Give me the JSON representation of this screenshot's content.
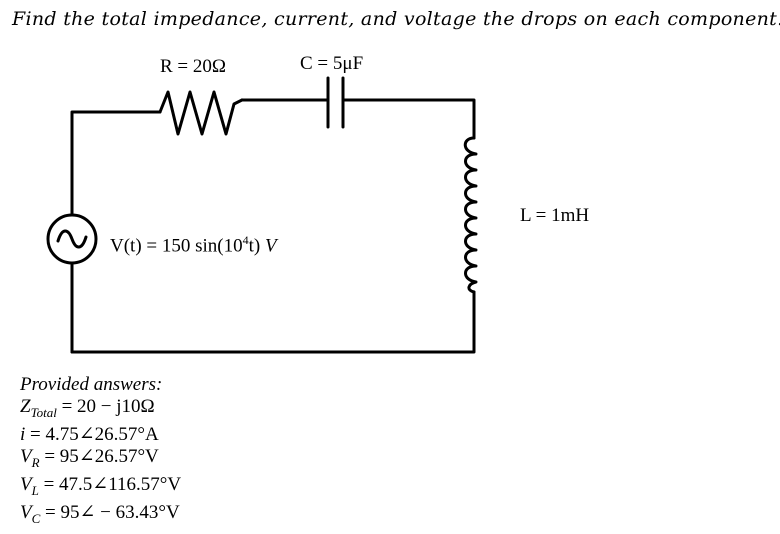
{
  "question": "Find the total impedance, current, and voltage the drops on each component.",
  "components": {
    "resistor": {
      "label": "R = 20Ω"
    },
    "capacitor": {
      "label": "C = 5μF"
    },
    "inductor": {
      "label": "L = 1mH"
    },
    "source": {
      "label_main": "V(t) = 150 sin(10",
      "label_exp": "4",
      "label_tail": "t) ",
      "label_unit": "V"
    }
  },
  "answers": {
    "header": "Provided answers:",
    "items": [
      {
        "symbol": "Z",
        "subscript": "Total",
        "value": " = 20 − j10Ω"
      },
      {
        "symbol": "i",
        "subscript": "",
        "value": " = 4.75∠26.57°A"
      },
      {
        "symbol": "V",
        "subscript": "R",
        "value": " = 95∠26.57°V"
      },
      {
        "symbol": "V",
        "subscript": "L",
        "value": " = 47.5∠116.57°V"
      },
      {
        "symbol": "V",
        "subscript": "C",
        "value": " = 95∠ − 63.43°V"
      }
    ]
  }
}
